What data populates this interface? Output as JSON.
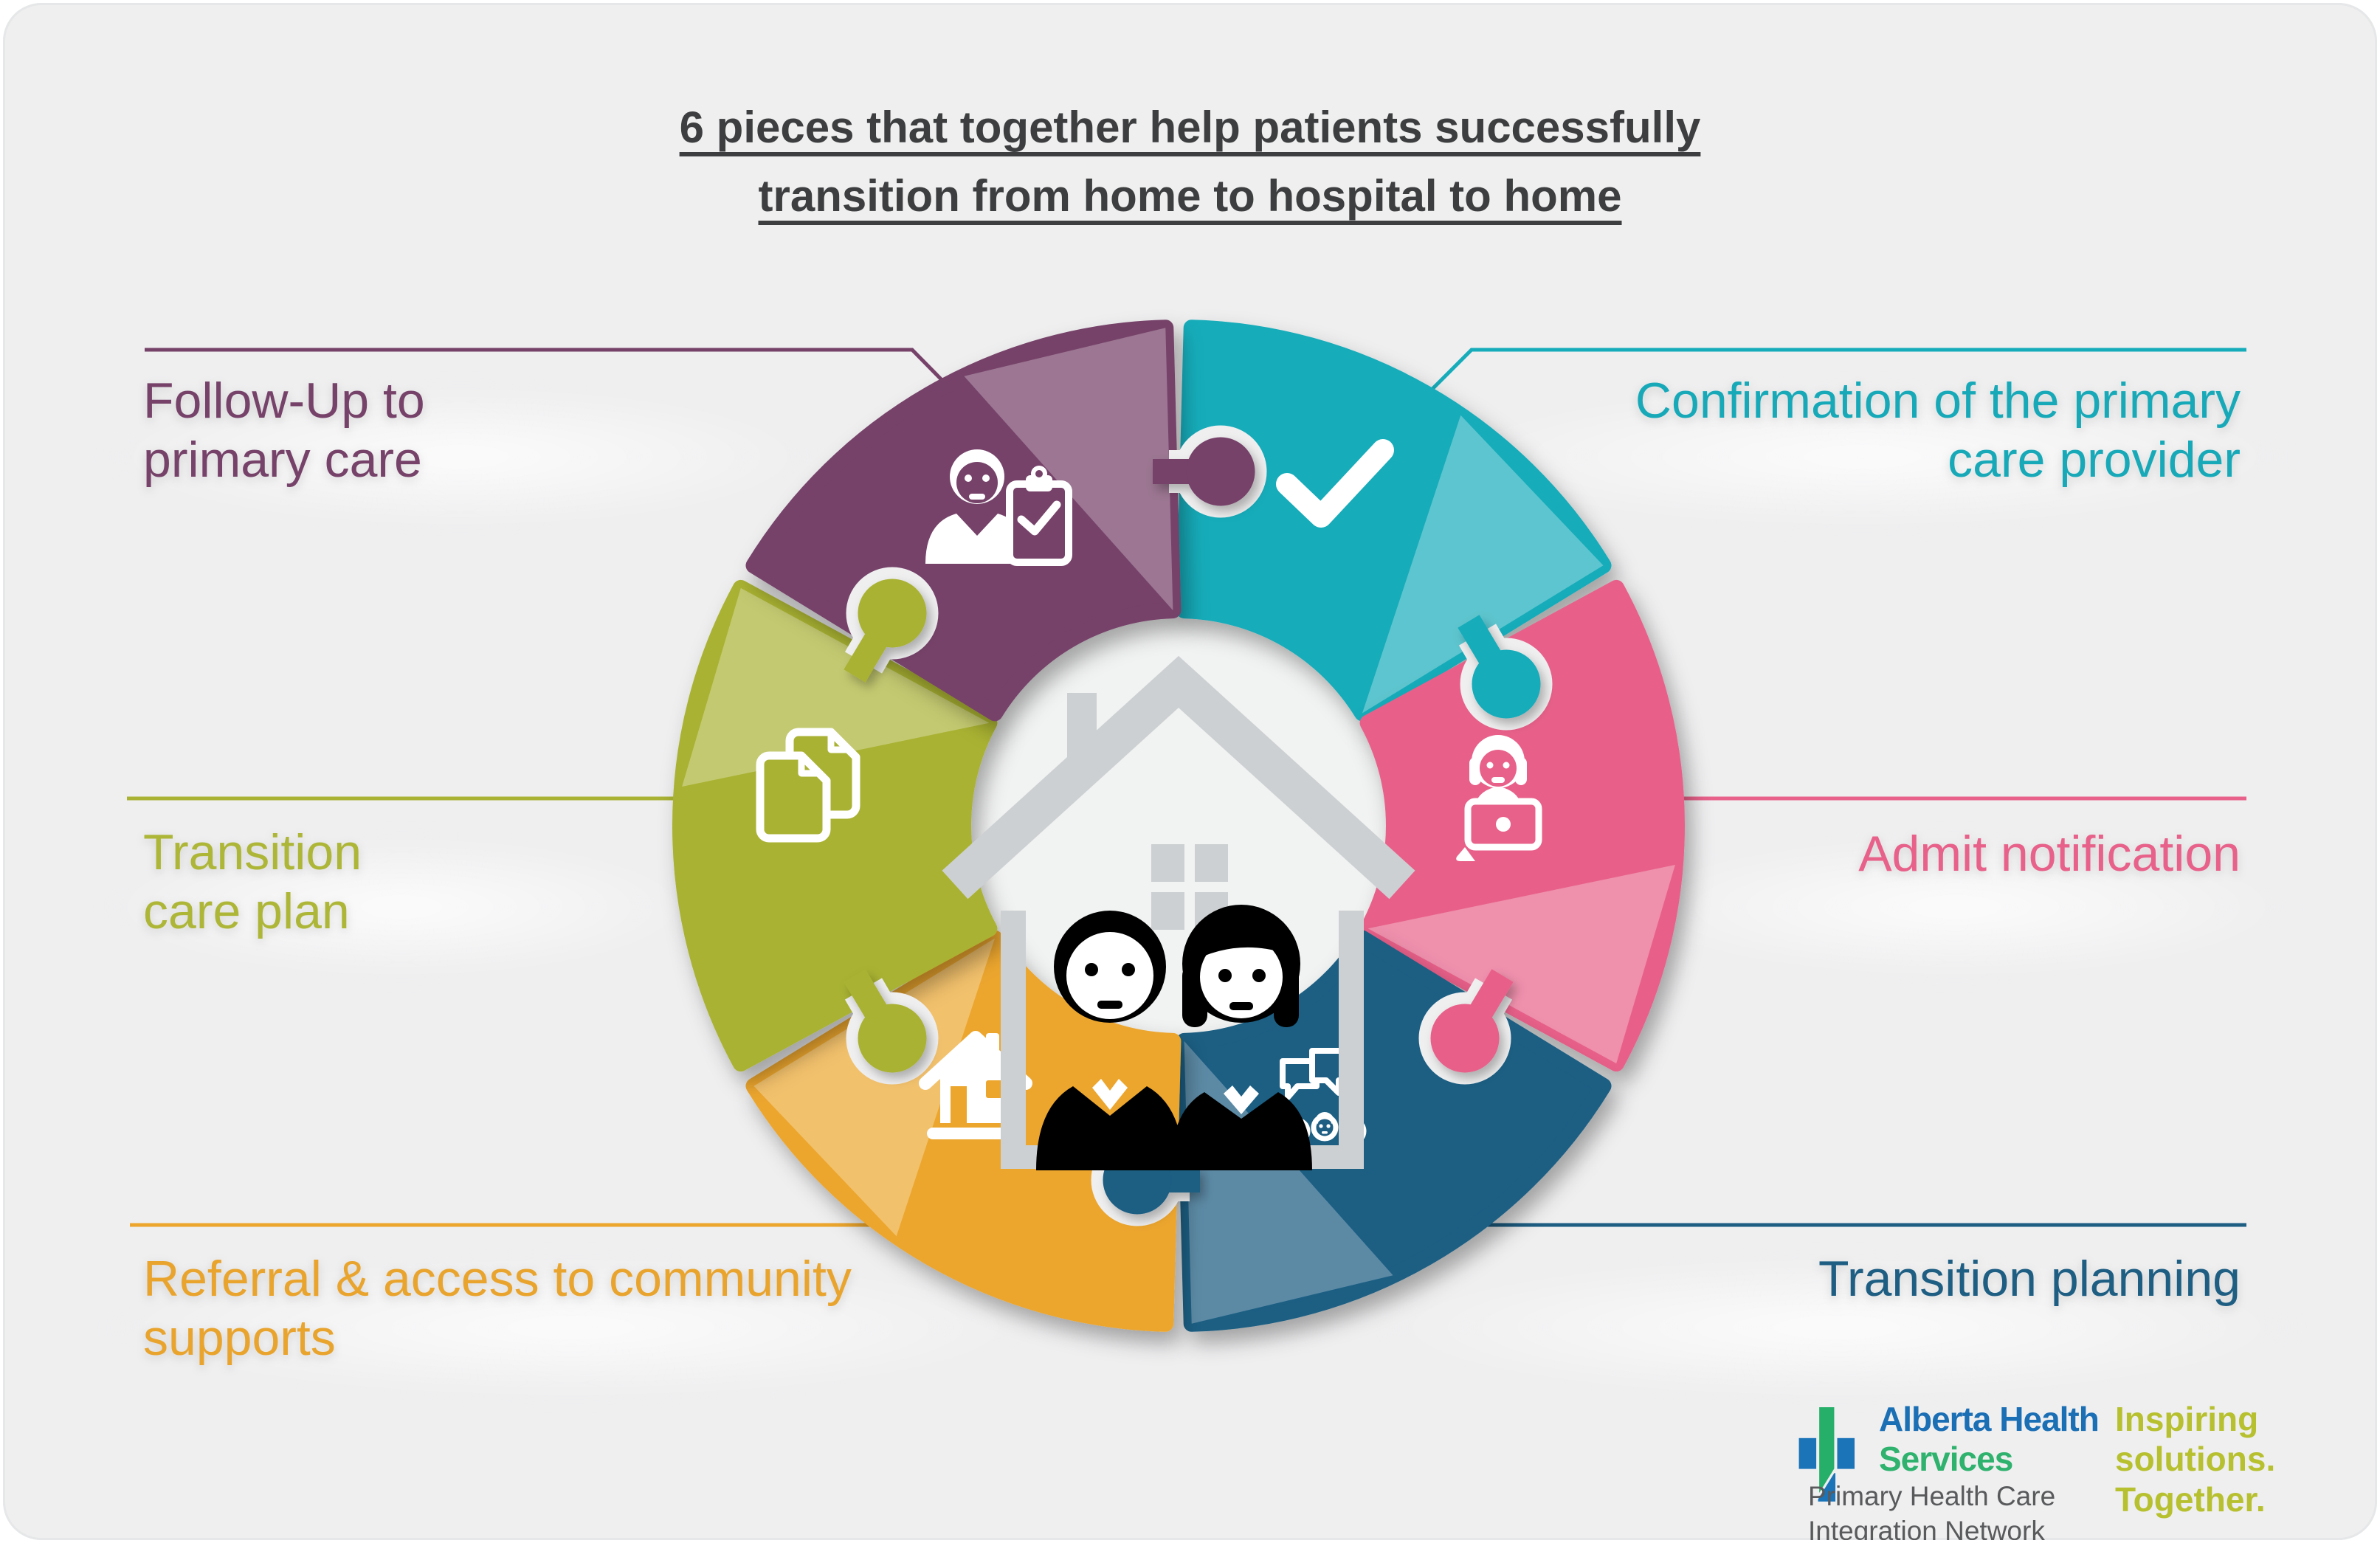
{
  "title": "6 pieces that together help patients successfully\ntransition from home to hospital to home",
  "pieces": [
    {
      "id": "follow-up",
      "label": "Follow-Up to\nprimary care",
      "color": "#764269",
      "icon": "doctor-clipboard-icon"
    },
    {
      "id": "confirmation",
      "label": "Confirmation of the primary\ncare provider",
      "color": "#17acba",
      "icon": "checkmark-icon"
    },
    {
      "id": "transition-care-plan",
      "label": "Transition\ncare plan",
      "color": "#a9b233",
      "icon": "documents-icon"
    },
    {
      "id": "admit-notification",
      "label": "Admit notification",
      "color": "#e8618a",
      "icon": "woman-laptop-icon"
    },
    {
      "id": "referral",
      "label": "Referral & access to community\nsupports",
      "color": "#eca62d",
      "icon": "community-house-icon"
    },
    {
      "id": "transition-planning",
      "label": "Transition planning",
      "color": "#1e5e83",
      "icon": "conversation-people-icon"
    }
  ],
  "center": {
    "icon": "family-in-home-icon"
  },
  "footer": {
    "brand_line1": "Alberta Health",
    "brand_line2": "Services",
    "tagline": "Inspiring solutions.\nTogether.",
    "network": "Primary Health Care\nIntegration Network",
    "brand_blue": "#1b6fb5",
    "brand_green": "#2eb26d",
    "tagline_color": "#b7c02f"
  }
}
